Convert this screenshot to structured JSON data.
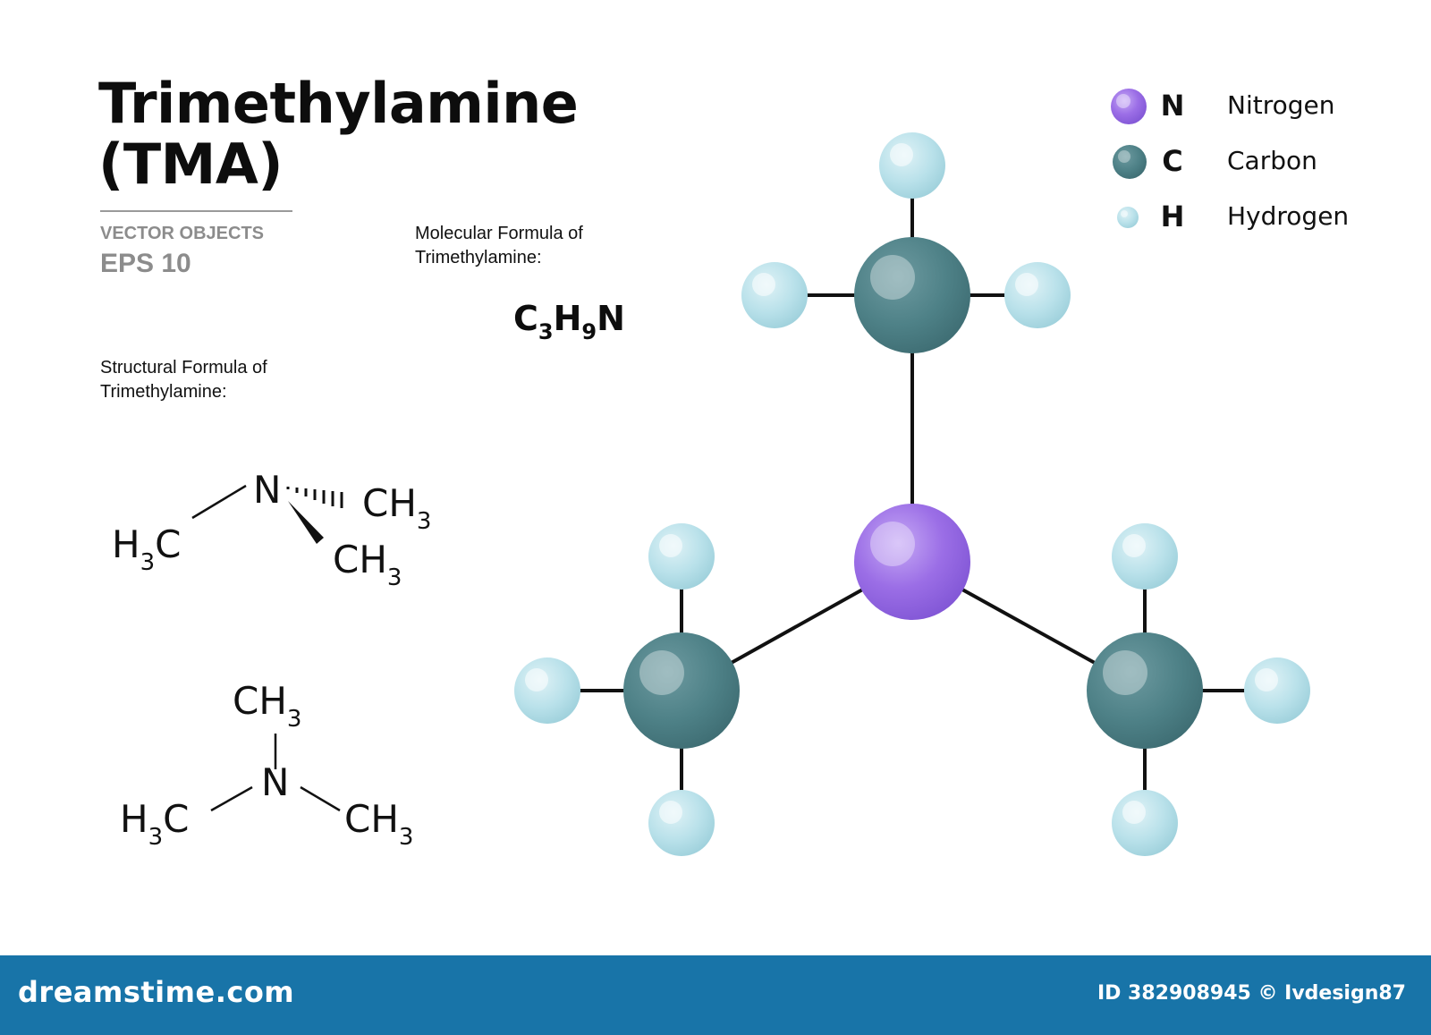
{
  "title": {
    "line1": "Trimethylamine",
    "line2": "(TMA)"
  },
  "subtitle": {
    "vector_objects": "VECTOR OBJECTS",
    "eps": "EPS 10"
  },
  "molecular_formula": {
    "caption_line1": "Molecular Formula of",
    "caption_line2": "Trimethylamine:",
    "parts": [
      {
        "el": "C",
        "sub": "3"
      },
      {
        "el": "H",
        "sub": "9"
      },
      {
        "el": "N",
        "sub": ""
      }
    ]
  },
  "structural_formula": {
    "caption_line1": "Structural  Formula of",
    "caption_line2": "Trimethylamine:",
    "wedge_view": {
      "center": "N",
      "left": "H",
      "left_sub": "3",
      "left_tail": "C",
      "methyl": "CH",
      "methyl_sub": "3"
    },
    "flat_view": {
      "center": "N",
      "left": "H",
      "left_sub": "3",
      "left_tail": "C",
      "methyl": "CH",
      "methyl_sub": "3"
    }
  },
  "legend": [
    {
      "symbol": "N",
      "name": "Nitrogen",
      "color": "#9b6ee6"
    },
    {
      "symbol": "C",
      "name": "Carbon",
      "color": "#4e8187"
    },
    {
      "symbol": "H",
      "name": "Hydrogen",
      "color": "#b9e1ea"
    }
  ],
  "model_colors": {
    "nitrogen": "#9b6ee6",
    "carbon": "#4e8187",
    "hydrogen": "#b9e1ea",
    "bond": "#111111"
  },
  "footer": {
    "brand": "dreamstime.com",
    "credit": "ID 382908945 © Ivdesign87",
    "background": "#1874a8"
  }
}
